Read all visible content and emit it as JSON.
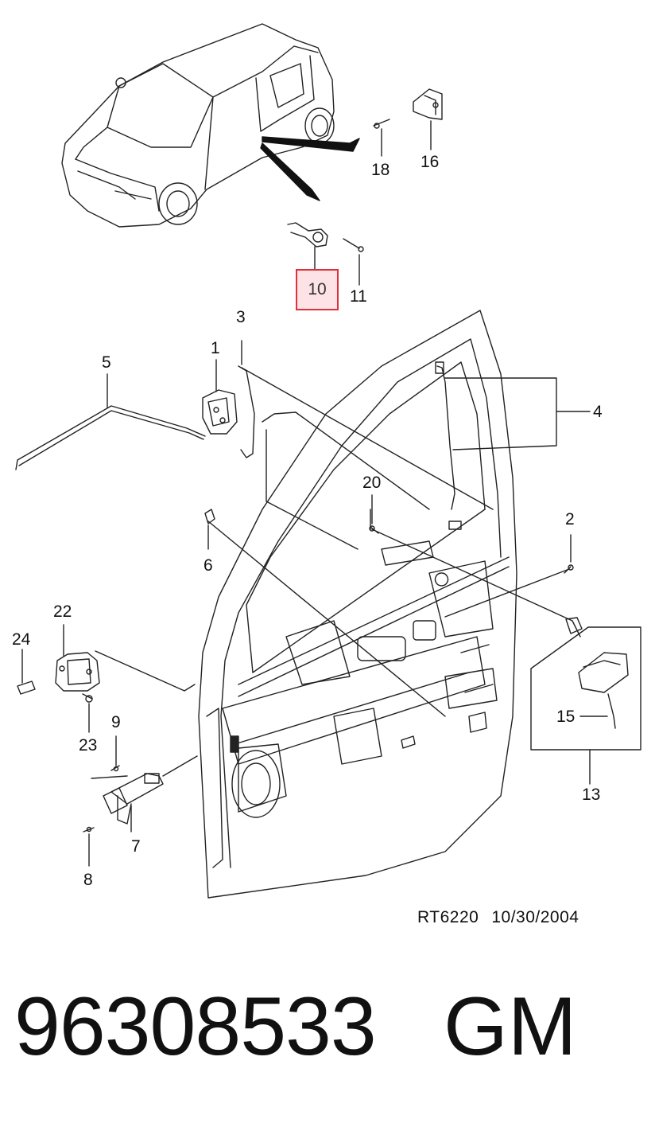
{
  "diagram": {
    "callouts": {
      "c1": "1",
      "c2": "2",
      "c3": "3",
      "c4": "4",
      "c5": "5",
      "c6": "6",
      "c7": "7",
      "c8": "8",
      "c9": "9",
      "c11": "11",
      "c13": "13",
      "c15": "15",
      "c16": "16",
      "c18": "18",
      "c20": "20",
      "c22": "22",
      "c23": "23",
      "c24": "24"
    },
    "highlighted_callout": "10",
    "highlight_color": "#e0303a",
    "highlight_fill": "#fde3e6"
  },
  "footer": {
    "ref_code": "RT6220",
    "ref_date": "10/30/2004"
  },
  "part": {
    "number": "96308533",
    "brand": "GM"
  }
}
